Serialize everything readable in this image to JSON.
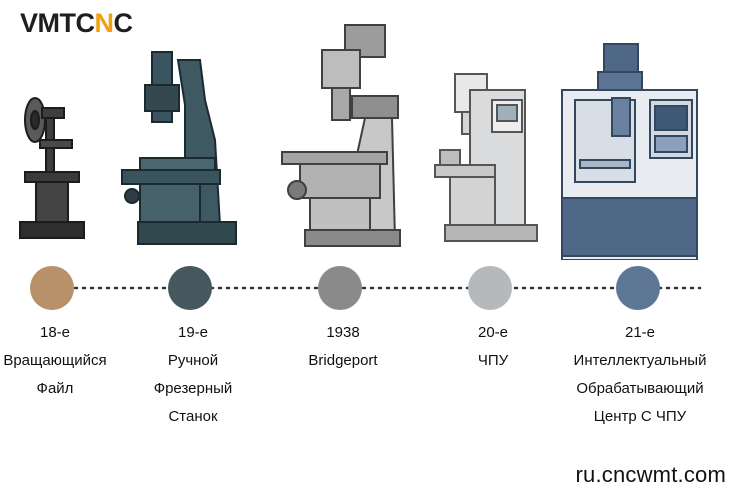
{
  "brand": {
    "logo_text_a": "VMTC",
    "logo_text_b": "N",
    "logo_text_c": "C"
  },
  "colors": {
    "accent": "#f2a10d",
    "dot_18": "#b8916a",
    "dot_19": "#47575f",
    "dot_1938": "#8a8a8a",
    "dot_20": "#b5b9bc",
    "dot_21": "#5e7797"
  },
  "timeline": [
    {
      "era": "18-е",
      "lines": [
        "Вращающийся",
        "Файл"
      ],
      "icon": "rotating-file-lathe-icon"
    },
    {
      "era": "19-е",
      "lines": [
        "Ручной",
        "Фрезерный",
        "Станок"
      ],
      "icon": "manual-milling-machine-icon"
    },
    {
      "era": "1938",
      "lines": [
        "Bridgeport"
      ],
      "icon": "bridgeport-mill-icon"
    },
    {
      "era": "20-е",
      "lines": [
        "ЧПУ"
      ],
      "icon": "cnc-mill-icon"
    },
    {
      "era": "21-е",
      "lines": [
        "Интеллектуальный",
        "Обрабатывающий",
        "Центр С ЧПУ"
      ],
      "icon": "cnc-machining-center-icon"
    }
  ],
  "watermark": "ru.cncwmt.com"
}
